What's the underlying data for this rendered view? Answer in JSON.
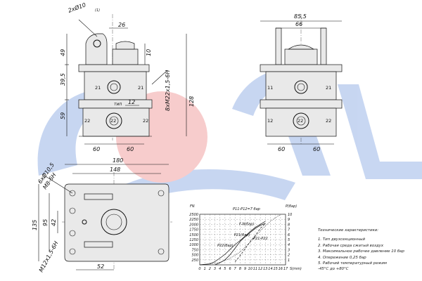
{
  "front_view": {
    "dims": {
      "holes_top": "2хØ10",
      "holes_top_sup": "(1)",
      "d26": "26",
      "d49": "49",
      "d10": "10",
      "d39_5": "39,5",
      "d59": "59",
      "d12": "12",
      "thread_6h": "8хM22х1,5-6H",
      "d128": "128",
      "d60_left": "60",
      "d60_right": "60",
      "type_label": "тип"
    },
    "ports": [
      "21",
      "21",
      "22",
      "22",
      "22"
    ]
  },
  "side_view": {
    "dims": {
      "d85_5": "85,5",
      "d66": "66",
      "d60_left": "60",
      "d60_right": "60"
    },
    "ports": [
      "11",
      "21",
      "12",
      "22",
      "22"
    ]
  },
  "bottom_view": {
    "dims": {
      "d180": "180",
      "d148": "148",
      "holes": "6хØ10,5",
      "m8": "M8-6H",
      "d135": "135",
      "d95": "95",
      "d42": "42",
      "m12": "M12х1,5-6H",
      "d52": "52"
    }
  },
  "chart_data": {
    "type": "line",
    "title": "P11-P12=7 бар",
    "left_axis_label": "FN",
    "right_axis_label": "P(бар)",
    "xlabel": "S(mm)",
    "x_ticks": [
      "0",
      "1",
      "2",
      "3",
      "4",
      "5",
      "6",
      "7",
      "8",
      "9",
      "10",
      "11",
      "12",
      "13",
      "14",
      "15",
      "16",
      "17"
    ],
    "left_ticks": [
      "250",
      "500",
      "750",
      "1000",
      "1250",
      "1500",
      "1750",
      "2000",
      "2250",
      "2500"
    ],
    "right_ticks": [
      "1",
      "2",
      "3",
      "4",
      "5",
      "6",
      "7",
      "8",
      "9",
      "10"
    ],
    "annotations": [
      "P22(бар)",
      "P21(бар)",
      "F-N(бар)",
      "P21-P22"
    ],
    "series": [
      {
        "x": [
          0,
          2,
          3,
          4,
          5,
          6,
          7,
          8,
          9,
          10,
          11,
          12,
          13
        ],
        "y": [
          0,
          50,
          160,
          330,
          520,
          760,
          1000,
          1200,
          1420,
          1650,
          1850,
          2000,
          2150
        ]
      },
      {
        "x": [
          3,
          4,
          5,
          6,
          7,
          8,
          9,
          10,
          11,
          12,
          13
        ],
        "y": [
          0,
          100,
          250,
          500,
          820,
          1150,
          1400,
          1600,
          1800,
          1950,
          2050
        ]
      },
      {
        "x": [
          7,
          8,
          9,
          10,
          11,
          12,
          13
        ],
        "y": [
          150,
          450,
          800,
          1150,
          1450,
          1800,
          2050
        ]
      },
      {
        "x": [
          0,
          2,
          4,
          6,
          8,
          9,
          10,
          11,
          12,
          13,
          14,
          15,
          16
        ],
        "y": [
          0,
          40,
          120,
          320,
          640,
          880,
          1130,
          1400,
          1680,
          1930,
          2150,
          2330,
          2480
        ]
      }
    ]
  },
  "specs": {
    "title": "Технические характеристики:",
    "items": [
      "1. Тип двухсекционный",
      "2. Рабочая среда сжатый воздух",
      "3. Максимальное рабочее давление 10 бар",
      "4. Опережение 0,25 бар",
      "5. Рабочий температурный режим",
      "-45°С до +80°С"
    ]
  },
  "watermark": {
    "letters": "SORL"
  }
}
